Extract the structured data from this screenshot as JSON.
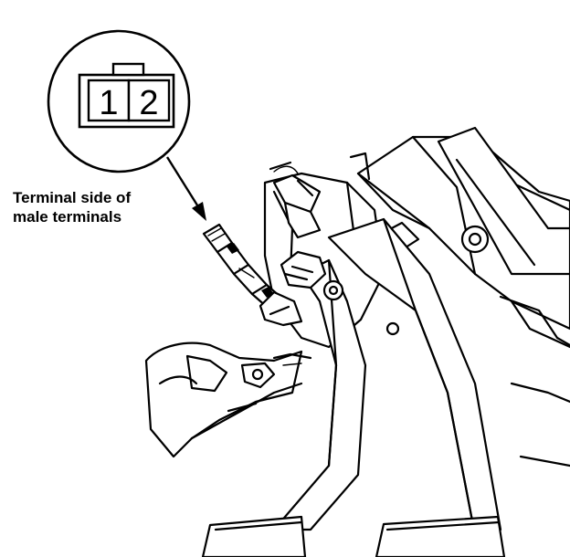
{
  "callout": {
    "label_line1": "Terminal side of",
    "label_line2": "male terminals"
  },
  "connector": {
    "pin1": "1",
    "pin2": "2"
  }
}
